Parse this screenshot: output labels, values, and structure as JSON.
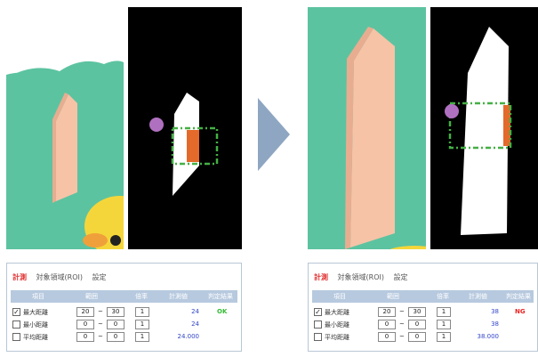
{
  "colors": {
    "teal": "#5cc3a0",
    "peach": "#f6c3a7",
    "black": "#000000",
    "arrow": "#8ea6c2",
    "roi": "#44b044",
    "marker": "#b070c0",
    "ok": "#33bb33",
    "ng": "#ee2222",
    "header_bg": "#b7c9df"
  },
  "arrow": {
    "icon": "arrow-right-icon"
  },
  "panels": {
    "left": {
      "title": "計測",
      "tab1": "対象領域(ROI)",
      "tab2": "設定",
      "columns": [
        "項目",
        "範囲",
        "倍率",
        "計測値",
        "判定結果"
      ],
      "rows": [
        {
          "checked": true,
          "label": "最大距離",
          "min": "20",
          "max": "30",
          "scale": "1",
          "value": "24",
          "result": "OK"
        },
        {
          "checked": false,
          "label": "最小距離",
          "min": "0",
          "max": "0",
          "scale": "1",
          "value": "24",
          "result": ""
        },
        {
          "checked": false,
          "label": "平均距離",
          "min": "0",
          "max": "0",
          "scale": "1",
          "value": "24.000",
          "result": ""
        }
      ]
    },
    "right": {
      "title": "計測",
      "tab1": "対象領域(ROI)",
      "tab2": "設定",
      "columns": [
        "項目",
        "範囲",
        "倍率",
        "計測値",
        "判定結果"
      ],
      "rows": [
        {
          "checked": true,
          "label": "最大距離",
          "min": "20",
          "max": "30",
          "scale": "1",
          "value": "38",
          "result": "NG"
        },
        {
          "checked": false,
          "label": "最小距離",
          "min": "0",
          "max": "0",
          "scale": "1",
          "value": "38",
          "result": ""
        },
        {
          "checked": false,
          "label": "平均距離",
          "min": "0",
          "max": "0",
          "scale": "1",
          "value": "38.000",
          "result": ""
        }
      ]
    }
  }
}
